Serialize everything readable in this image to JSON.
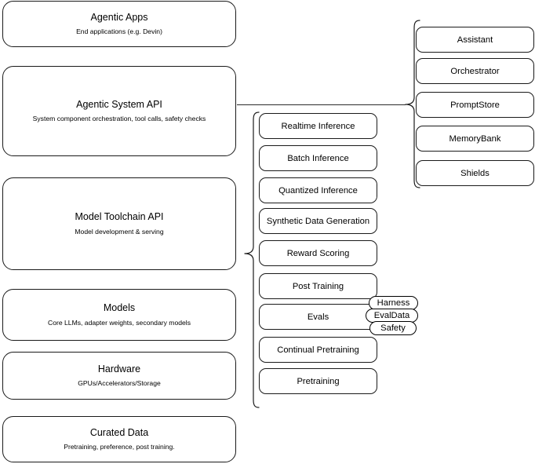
{
  "diagram": {
    "title": "Agentic AI stack layer diagram",
    "stroke_color": "#1a1a1a",
    "background_color": "#ffffff"
  },
  "stack_layers": [
    {
      "id": "agentic-apps",
      "title": "Agentic Apps",
      "subtitle": "End applications (e.g. Devin)"
    },
    {
      "id": "agentic-system-api",
      "title": "Agentic System API",
      "subtitle": "System component orchestration, tool calls, safety checks"
    },
    {
      "id": "model-toolchain-api",
      "title": "Model Toolchain API",
      "subtitle": "Model development & serving"
    },
    {
      "id": "models",
      "title": "Models",
      "subtitle": "Core LLMs, adapter weights, secondary models"
    },
    {
      "id": "hardware",
      "title": "Hardware",
      "subtitle": "GPUs/Accelerators/Storage"
    },
    {
      "id": "curated-data",
      "title": "Curated Data",
      "subtitle": "Pretraining, preference, post training."
    }
  ],
  "toolchain_capabilities": [
    {
      "id": "realtime-inference",
      "label": "Realtime Inference"
    },
    {
      "id": "batch-inference",
      "label": "Batch Inference"
    },
    {
      "id": "quantized-inference",
      "label": "Quantized Inference"
    },
    {
      "id": "synthetic-data-generation",
      "label": "Synthetic Data Generation"
    },
    {
      "id": "reward-scoring",
      "label": "Reward Scoring"
    },
    {
      "id": "post-training",
      "label": "Post Training"
    },
    {
      "id": "evals",
      "label": "Evals"
    },
    {
      "id": "continual-pretraining",
      "label": "Continual Pretraining"
    },
    {
      "id": "pretraining",
      "label": "Pretraining"
    }
  ],
  "eval_pills": [
    {
      "id": "harness",
      "label": "Harness"
    },
    {
      "id": "evaldata",
      "label": "EvalData"
    },
    {
      "id": "safety",
      "label": "Safety"
    }
  ],
  "system_components": [
    {
      "id": "assistant",
      "label": "Assistant"
    },
    {
      "id": "orchestrator",
      "label": "Orchestrator"
    },
    {
      "id": "promptstore",
      "label": "PromptStore"
    },
    {
      "id": "memorybank",
      "label": "MemoryBank"
    },
    {
      "id": "shields",
      "label": "Shields"
    }
  ]
}
